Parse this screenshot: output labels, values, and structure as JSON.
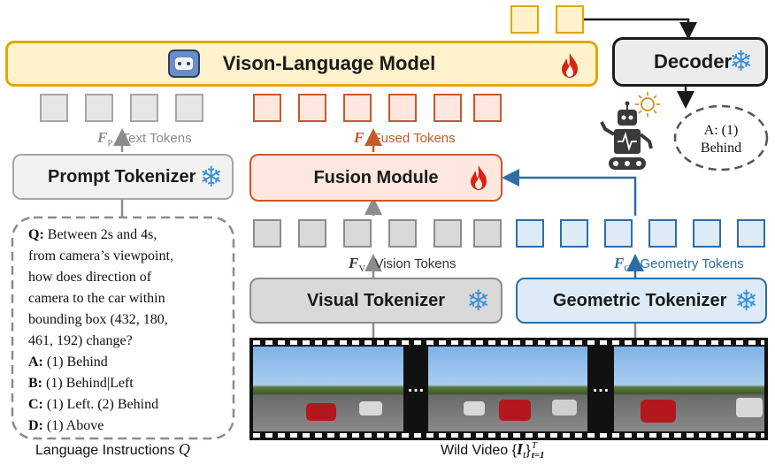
{
  "vlm": {
    "title": "Vison-Language Model"
  },
  "decoder": {
    "title": "Decoder"
  },
  "prompt_tokenizer": {
    "title": "Prompt Tokenizer"
  },
  "fusion_module": {
    "title": "Fusion Module"
  },
  "visual_tokenizer": {
    "title": "Visual Tokenizer"
  },
  "geometric_tokenizer": {
    "title": "Geometric Tokenizer"
  },
  "labels": {
    "text_tokens": "Text Tokens",
    "fused_tokens": "Fused Tokens",
    "vision_tokens": "Vision Tokens",
    "geometry_tokens": "Geometry Tokens",
    "f_p": "F",
    "f_p_sub": "P",
    "f_fused": "F",
    "f_v": "F",
    "f_v_sub": "V",
    "f_g": "F",
    "f_g_sub": "G"
  },
  "answer_bubble": {
    "line1": "A: (1)",
    "line2": "Behind"
  },
  "question": {
    "q_label": "Q:",
    "lines": [
      "Between 2s and 4s,",
      "from camera’s viewpoint,",
      "how does direction of",
      "camera to the car within",
      "bounding box (432, 180,",
      "461, 192) change?"
    ],
    "options": [
      {
        "key": "A:",
        "text": "(1) Behind"
      },
      {
        "key": "B:",
        "text": "(1) Behind|Left"
      },
      {
        "key": "C:",
        "text": "(1) Left. (2) Behind"
      },
      {
        "key": "D:",
        "text": "(1) Above"
      }
    ]
  },
  "captions": {
    "language_instructions": "Language Instructions",
    "language_q": "Q",
    "wild_video_prefix": "Wild Video {",
    "wild_video_i": "I",
    "wild_video_t": "t",
    "wild_video_close": "}",
    "wild_video_sup": "T",
    "wild_video_sub": "t=1"
  },
  "ellipsis": "…",
  "colors": {
    "vlm_fill": "#fff2cc",
    "vlm_border": "#e0a800",
    "fusion_fill": "#fde7de",
    "fusion_border": "#c55a2b",
    "geometry_fill": "#ddebf7",
    "geometry_border": "#2e6da4",
    "gray_fill": "#d9d9d9",
    "gray_border": "#8c8c8c"
  }
}
